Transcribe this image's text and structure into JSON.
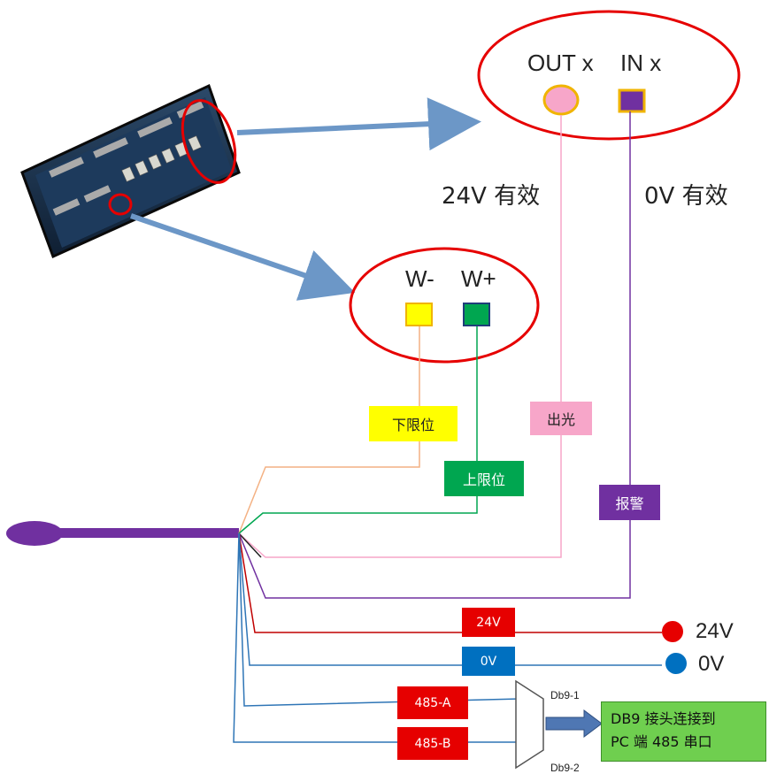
{
  "out_port": {
    "out_label": "OUT x",
    "in_label": "IN x"
  },
  "validity": {
    "left": "24V 有效",
    "right": "0V 有效"
  },
  "w_port": {
    "w_minus": "W-",
    "w_plus": "W+"
  },
  "signal_tags": {
    "lower_limit": "下限位",
    "upper_limit": "上限位",
    "light_out": "出光",
    "alarm": "报警"
  },
  "power": {
    "v24_tag": "24V",
    "v0_tag": "0V",
    "v24_label": "24V",
    "v0_label": "0V"
  },
  "rs485": {
    "a": "485-A",
    "b": "485-B",
    "db9_1": "Db9-1",
    "db9_2": "Db9-2"
  },
  "pc_box": {
    "line1": "DB9 接头连接到",
    "line2": "PC 端 485 串口"
  },
  "colors": {
    "red": "#e60000",
    "yellow": "#ffff00",
    "green": "#00a650",
    "pink": "#f7a6c9",
    "purple": "#7030a0",
    "blue": "#0070c0",
    "arrow": "#6c97c7",
    "pc_green": "#6fcf4f"
  }
}
